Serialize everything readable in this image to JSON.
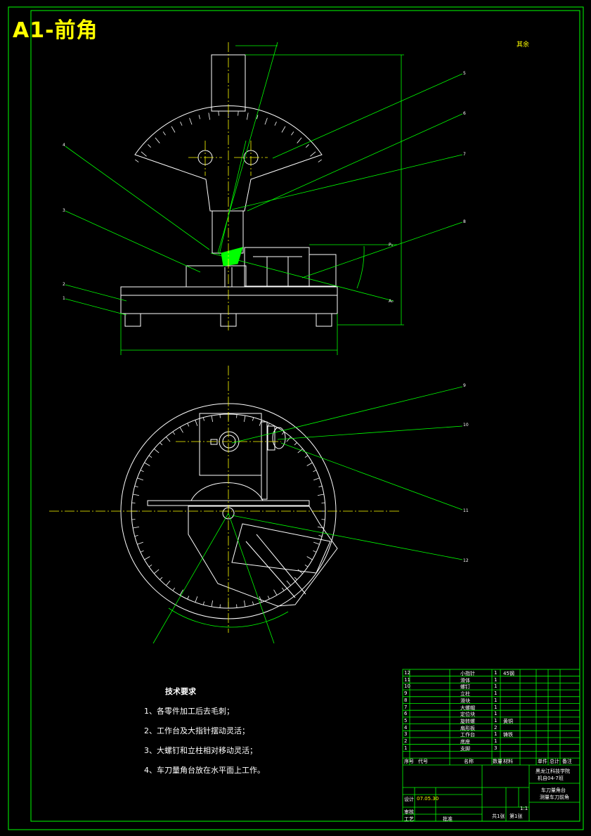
{
  "title": "A1-前角",
  "finish_mark": "其余",
  "notes": {
    "heading": "技术要求",
    "lines": [
      "1、各零件加工后去毛刺；",
      "2、工作台及大指针摆动灵活；",
      "3、大螺钉和立柱相对移动灵活；",
      "4、车刀量角台放在水平面上工作。"
    ]
  },
  "callouts": {
    "front": [
      "5",
      "6",
      "7",
      "8",
      "4",
      "3",
      "2",
      "1"
    ],
    "plan": [
      "9",
      "10",
      "11",
      "12"
    ],
    "ao": "A₀",
    "po": "P₀"
  },
  "title_block": {
    "school": "黑龙江科技学院",
    "class": "机自04-7班",
    "drawing_title_1": "车刀量角台",
    "drawing_title_2": "测量车刀前角",
    "sheet_1": "共1张",
    "sheet_2": "第1张",
    "scale": "1:1",
    "designer_label": "设计",
    "designer_date": "07.05.30",
    "craft_label": "工艺",
    "check_label": "审核",
    "approve_label": "批准",
    "header_cols": [
      "序号",
      "代号",
      "名称",
      "数量",
      "材料",
      "单件",
      "总计",
      "备注"
    ],
    "parts": [
      {
        "no": "12",
        "name": "小指针",
        "qty": "1",
        "mat": "45钢"
      },
      {
        "no": "11",
        "name": "滑体",
        "qty": "1",
        "mat": ""
      },
      {
        "no": "10",
        "name": "螺钉",
        "qty": "1",
        "mat": ""
      },
      {
        "no": "9",
        "name": "立柱",
        "qty": "1",
        "mat": ""
      },
      {
        "no": "8",
        "name": "滑块",
        "qty": "1",
        "mat": ""
      },
      {
        "no": "7",
        "name": "大螺帽",
        "qty": "1",
        "mat": ""
      },
      {
        "no": "6",
        "name": "定位块",
        "qty": "1",
        "mat": ""
      },
      {
        "no": "5",
        "name": "旋转螺",
        "qty": "1",
        "mat": "黄铜"
      },
      {
        "no": "4",
        "name": "扇形板",
        "qty": "2",
        "mat": ""
      },
      {
        "no": "3",
        "name": "工作台",
        "qty": "1",
        "mat": "铸铁"
      },
      {
        "no": "2",
        "name": "底座",
        "qty": "1",
        "mat": ""
      },
      {
        "no": "1",
        "name": "支脚",
        "qty": "3",
        "mat": ""
      }
    ]
  },
  "colors": {
    "frame": "#00ff00",
    "drawing": "#ffffff",
    "leader": "#00ff00",
    "title": "#ffff00",
    "center": "#ffff00"
  }
}
